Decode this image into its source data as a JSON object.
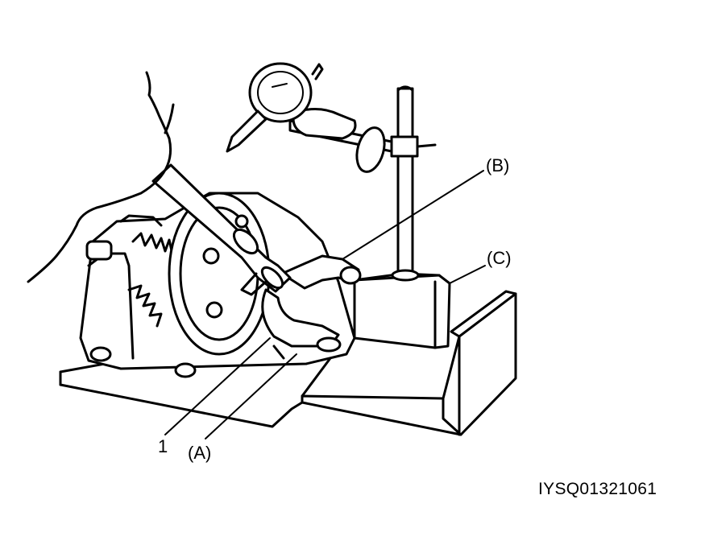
{
  "labels": {
    "one": "1",
    "a": "(A)",
    "b": "(B)",
    "c": "(C)"
  },
  "figure_code": "IYSQ01321061",
  "colors": {
    "ink": "#000000",
    "paper": "#ffffff"
  }
}
